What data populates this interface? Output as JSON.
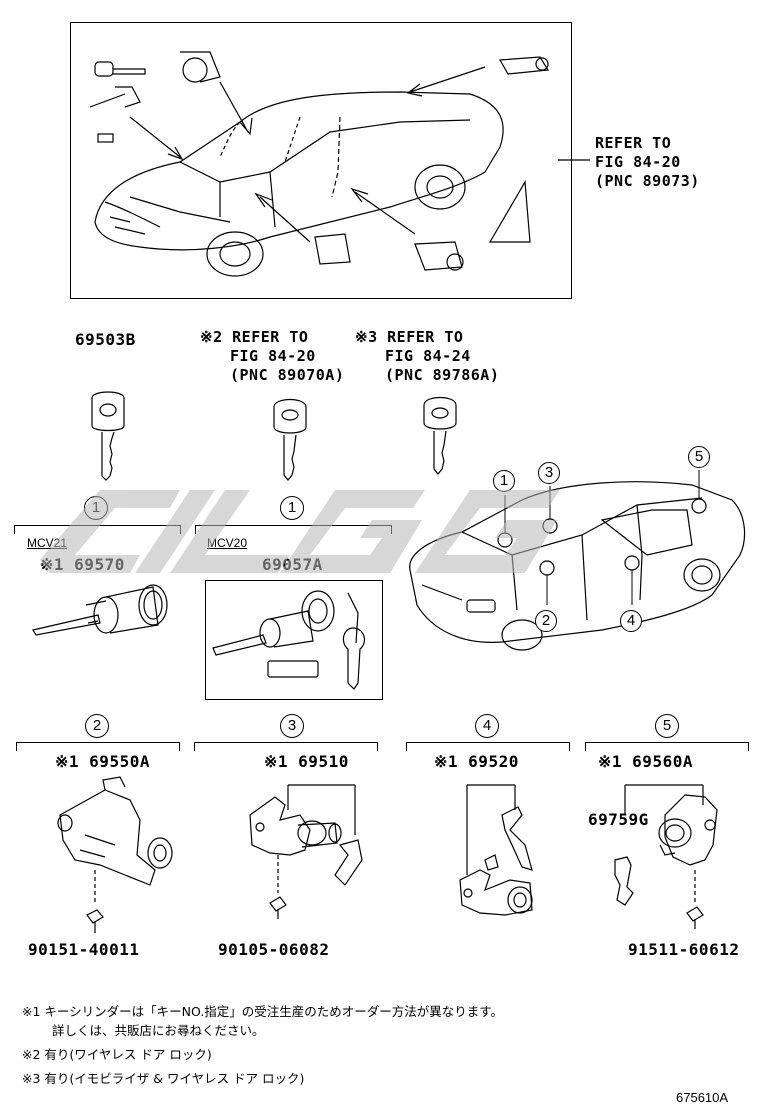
{
  "overview": {
    "refer_line1": "REFER TO",
    "refer_line2": "FIG 84-20",
    "refer_line3": "(PNC 89073)"
  },
  "key_parts": {
    "part1": "69503B",
    "ref2_line1": "※2 REFER TO",
    "ref2_line2": "FIG 84-20",
    "ref2_line3": "(PNC 89070A)",
    "ref3_line1": "※3 REFER TO",
    "ref3_line2": "FIG 84-24",
    "ref3_line3": "(PNC 89786A)"
  },
  "callouts": {
    "c1": "1",
    "c2": "2",
    "c3": "3",
    "c4": "4",
    "c5": "5"
  },
  "groups": {
    "mcv21_label": "MCV21",
    "mcv21_part": "※1 69570",
    "mcv20_label": "MCV20",
    "mcv20_part": "69057A",
    "g2_part": "※1 69550A",
    "g2_bolt": "90151-40011",
    "g3_part": "※1 69510",
    "g3_bolt": "90105-06082",
    "g4_part": "※1 69520",
    "g5_part": "※1 69560A",
    "g5_sub": "69759G",
    "g5_bolt": "91511-60612"
  },
  "notes": {
    "n1_line1": "※1 キーシリンダーは「キーNO.指定」の受注生産のためオーダー方法が異なります。",
    "n1_line2": "詳しくは、共販店にお尋ねください。",
    "n2": "※2 有り(ワイヤレス ドア ロック)",
    "n3": "※3 有り(イモビライザ & ワイヤレス ドア ロック)"
  },
  "diagram_code": "675610A",
  "colors": {
    "line": "#000000",
    "watermark": "#b8b8b8"
  }
}
